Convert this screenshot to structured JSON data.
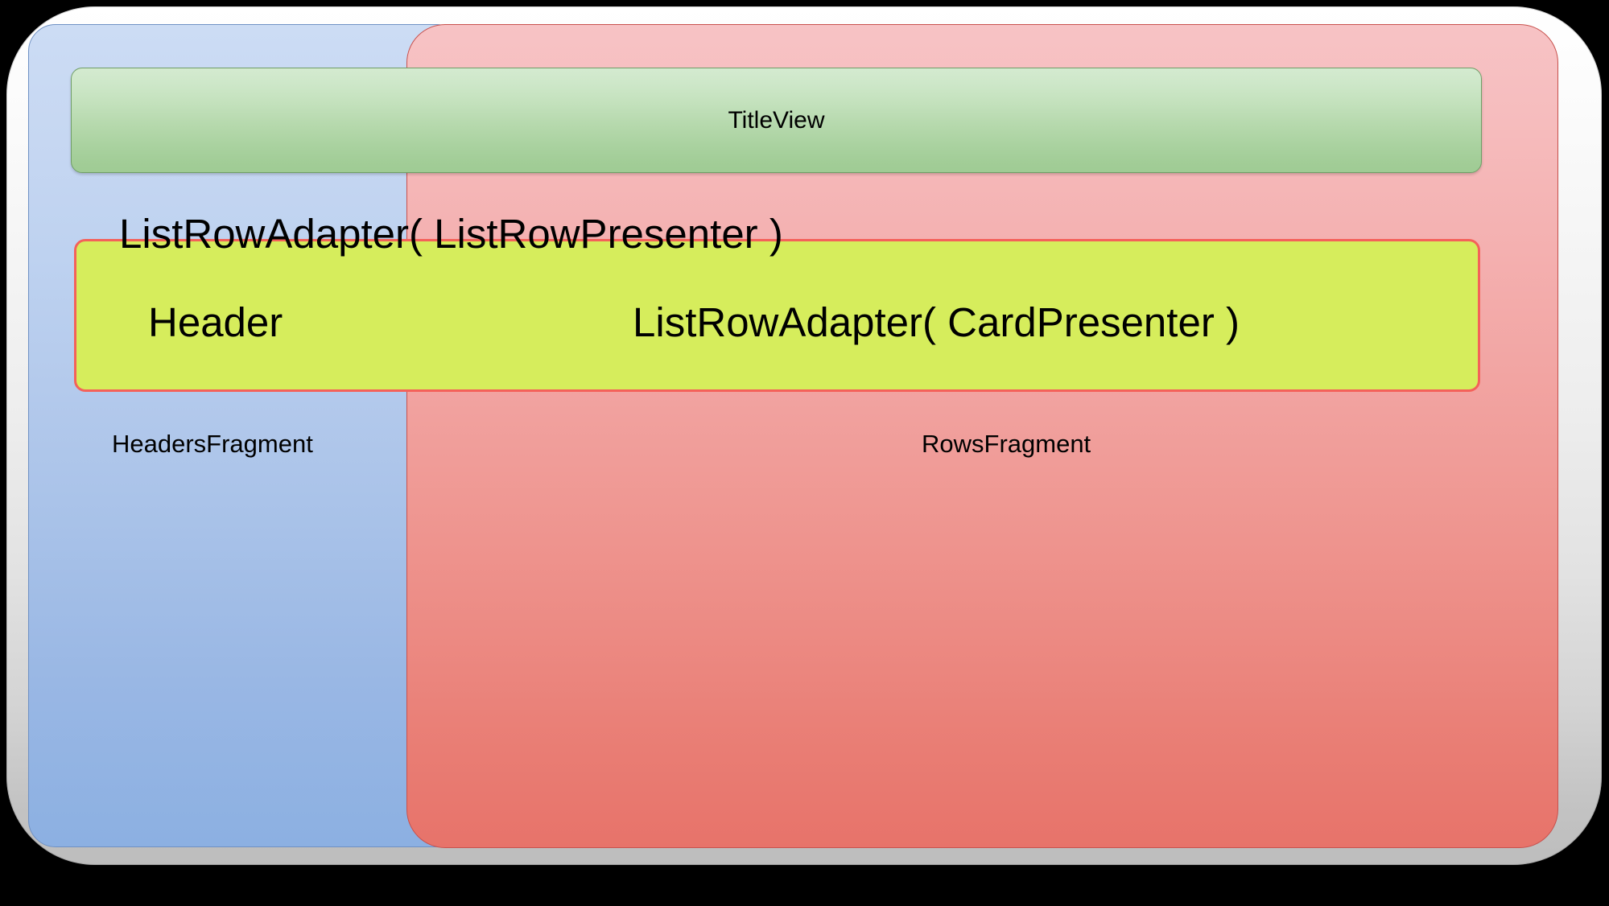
{
  "diagram": {
    "title": "Android Leanback BrowseFragment layout structure",
    "background_color": "#000000",
    "shell": {
      "name": "outer-container",
      "fill_from": "#ffffff",
      "fill_to": "#bdbdbd"
    },
    "fragments": [
      {
        "id": "headers",
        "label": "HeadersFragment",
        "color_from": "#ccdcf4",
        "color_to": "#8cb0e2",
        "border_color": "#6f91c4"
      },
      {
        "id": "rows",
        "label": "RowsFragment",
        "color_from": "#f7c3c5",
        "color_to": "#e7736a",
        "border_color": "#c8514d"
      }
    ],
    "title_view": {
      "label": "TitleView",
      "color_from": "#d4ead0",
      "color_to": "#9fcb94",
      "border_color": "#6f9e66"
    },
    "adapter_box": {
      "fill": "#d6ed5c",
      "border_color": "#f4615a"
    },
    "labels": {
      "list_row_adapter_presenter": "ListRowAdapter( ListRowPresenter )",
      "header": "Header",
      "list_row_adapter_card": "ListRowAdapter( CardPresenter )"
    }
  }
}
